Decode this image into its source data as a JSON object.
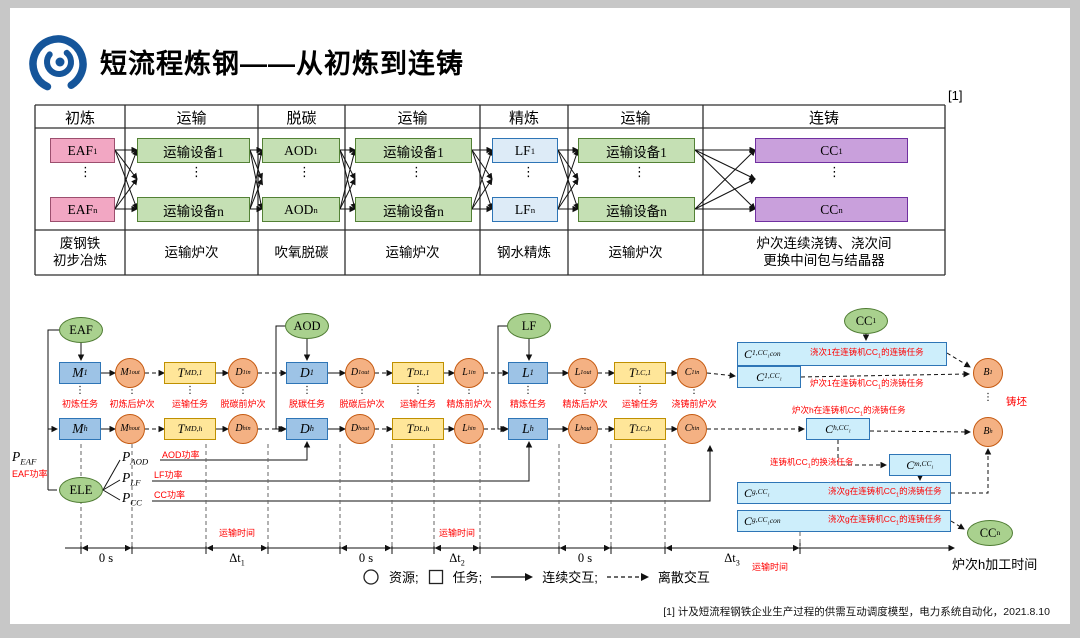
{
  "slide": {
    "title": "短流程炼钢——从初炼到连铸",
    "ref_marker": "[1]",
    "footnote": "[1] 计及短流程钢铁企业生产过程的供需互动调度模型，电力系统自动化，2021.8.10"
  },
  "colors": {
    "eaf_pink": "#F2A7C3",
    "transport_green": "#C5E0B4",
    "lf_blue": "#DDEBF7",
    "cc_purple": "#C9A0DC",
    "resource_green": "#A9D18E",
    "task_blue": "#9DC3E6",
    "transport_yellow": "#FFE699",
    "place_orange": "#F4B183",
    "cast_cyan": "#CDEEFB",
    "red_text": "#FF0000",
    "logo_blue": "#15559A"
  },
  "process_table": {
    "headers": [
      "初炼",
      "运输",
      "脱碳",
      "运输",
      "精炼",
      "运输",
      "连铸"
    ],
    "row_top": [
      "EAF_{1}",
      "运输设备1",
      "AOD_{1}",
      "运输设备1",
      "LF_{1}",
      "运输设备1",
      "CC_{1}"
    ],
    "row_bottom": [
      "EAF_{n}",
      "运输设备n",
      "AOD_{n}",
      "运输设备n",
      "LF_{n}",
      "运输设备n",
      "CC_{n}"
    ],
    "captions": [
      "废钢铁\n初步冶炼",
      "运输炉次",
      "吹氧脱碳",
      "运输炉次",
      "钢水精炼",
      "运输炉次",
      "炉次连续浇铸、浇次间\n更换中间包与结晶器"
    ],
    "dots": "⋮"
  },
  "diagram": {
    "dots_char": "⋮",
    "nodes": [
      {
        "id": "eaf",
        "type": "resource",
        "label": "EAF"
      },
      {
        "id": "aod",
        "type": "resource",
        "label": "AOD"
      },
      {
        "id": "lf",
        "type": "resource",
        "label": "LF"
      },
      {
        "id": "cc1",
        "type": "resource",
        "label": "CC_{1}"
      },
      {
        "id": "ccn",
        "type": "resource",
        "label": "CC_{n}"
      },
      {
        "id": "ele",
        "type": "resource",
        "label": "ELE"
      },
      {
        "id": "m1",
        "type": "process",
        "label": "M_{1}"
      },
      {
        "id": "mh",
        "type": "process",
        "label": "M_{h}"
      },
      {
        "id": "d1",
        "type": "process",
        "label": "D_{1}"
      },
      {
        "id": "dh",
        "type": "process",
        "label": "D_{h}"
      },
      {
        "id": "l1",
        "type": "process",
        "label": "L_{1}"
      },
      {
        "id": "lh",
        "type": "process",
        "label": "L_{h}"
      },
      {
        "id": "tmd1",
        "type": "transport",
        "label": "T_{MD,1}"
      },
      {
        "id": "tmdh",
        "type": "transport",
        "label": "T_{MD,h}"
      },
      {
        "id": "tdl1",
        "type": "transport",
        "label": "T_{DL,1}"
      },
      {
        "id": "tdlh",
        "type": "transport",
        "label": "T_{DL,h}"
      },
      {
        "id": "tlc1",
        "type": "transport",
        "label": "T_{LC,1}"
      },
      {
        "id": "tlch",
        "type": "transport",
        "label": "T_{LC,h}"
      },
      {
        "id": "m1o",
        "type": "place",
        "label": "M_{1}^{out}"
      },
      {
        "id": "mho",
        "type": "place",
        "label": "M_{h}^{out}"
      },
      {
        "id": "d1i",
        "type": "place",
        "label": "D_{1}^{in}"
      },
      {
        "id": "dhi",
        "type": "place",
        "label": "D_{h}^{in}"
      },
      {
        "id": "d1o",
        "type": "place",
        "label": "D_{1}^{out}"
      },
      {
        "id": "dho",
        "type": "place",
        "label": "D_{h}^{out}"
      },
      {
        "id": "l1i",
        "type": "place",
        "label": "L_{1}^{in}"
      },
      {
        "id": "lhi",
        "type": "place",
        "label": "L_{h}^{in}"
      },
      {
        "id": "l1o",
        "type": "place",
        "label": "L_{1}^{out}"
      },
      {
        "id": "lho",
        "type": "place",
        "label": "L_{h}^{out}"
      },
      {
        "id": "c1i",
        "type": "place",
        "label": "C_{1}^{in}"
      },
      {
        "id": "chi",
        "type": "place",
        "label": "C_{h}^{in}"
      },
      {
        "id": "b1",
        "type": "place",
        "label": "B_{1}"
      },
      {
        "id": "bh",
        "type": "place",
        "label": "B_{h}"
      },
      {
        "id": "c1cc1con",
        "type": "castwide",
        "label": "C_{1,CC_{1}}^{con}"
      },
      {
        "id": "c1cc1",
        "type": "cast",
        "label": "C_{1,CC_{1}}"
      },
      {
        "id": "chcc1",
        "type": "cast",
        "label": "C_{h,CC_{1}}"
      },
      {
        "id": "cmcc1",
        "type": "cast",
        "label": "C_{m,CC_{1}}"
      },
      {
        "id": "cgcc1",
        "type": "castwide",
        "label": "C_{g,CC_{1}}"
      },
      {
        "id": "cgcc1con",
        "type": "castwide",
        "label": "C_{g,CC_{1}}^{con}"
      }
    ],
    "labels": [
      {
        "id": "lb-m",
        "text": "初炼任务"
      },
      {
        "id": "lb-mo",
        "text": "初炼后炉次"
      },
      {
        "id": "lb-tmd",
        "text": "运输任务"
      },
      {
        "id": "lb-di",
        "text": "脱碳前炉次"
      },
      {
        "id": "lb-d",
        "text": "脱碳任务"
      },
      {
        "id": "lb-do",
        "text": "脱碳后炉次"
      },
      {
        "id": "lb-tdl",
        "text": "运输任务"
      },
      {
        "id": "lb-li",
        "text": "精炼前炉次"
      },
      {
        "id": "lb-l",
        "text": "精炼任务"
      },
      {
        "id": "lb-lo",
        "text": "精炼后炉次"
      },
      {
        "id": "lb-tlc",
        "text": "运输任务"
      },
      {
        "id": "lb-ci",
        "text": "浇铸前炉次"
      },
      {
        "id": "lb-castcon1",
        "text": "浇次1在连铸机CC_{1}的连铸任务"
      },
      {
        "id": "lb-pour1",
        "text": "炉次1在连铸机CC_{1}的浇铸任务"
      },
      {
        "id": "lb-pourh",
        "text": "炉次h在连铸机CC_{1}的浇铸任务"
      },
      {
        "id": "lb-switch",
        "text": "连铸机CC_{1}的换浇任务"
      },
      {
        "id": "lb-pourg",
        "text": "浇次g在连铸机CC_{1}的浇铸任务"
      },
      {
        "id": "lb-cong",
        "text": "浇次g在连铸机CC_{1}的连铸任务"
      },
      {
        "id": "lb-billet",
        "text": "铸坯"
      },
      {
        "id": "p-eaf",
        "text": "P_{EAF}"
      },
      {
        "id": "p-aod",
        "text": "P_{AOD}"
      },
      {
        "id": "p-lf",
        "text": "P_{LF}"
      },
      {
        "id": "p-cc",
        "text": "P_{CC}"
      },
      {
        "id": "pw-eaf",
        "text": "EAF功率"
      },
      {
        "id": "pw-aod",
        "text": "AOD功率"
      },
      {
        "id": "pw-lf",
        "text": "LF功率"
      },
      {
        "id": "pw-cc",
        "text": "CC功率"
      },
      {
        "id": "ts-1",
        "text": "0 s"
      },
      {
        "id": "ts-2",
        "text": "Δt_{1}"
      },
      {
        "id": "ts-3",
        "text": "0 s"
      },
      {
        "id": "ts-4",
        "text": "Δt_{2}"
      },
      {
        "id": "ts-5",
        "text": "0 s"
      },
      {
        "id": "ts-6",
        "text": "Δt_{3}"
      },
      {
        "id": "tt-1",
        "text": "运输时间"
      },
      {
        "id": "tt-2",
        "text": "运输时间"
      },
      {
        "id": "tt-3",
        "text": "运输时间"
      },
      {
        "id": "ax",
        "text": "炉次h加工时间"
      }
    ],
    "legend": {
      "resource": "资源;",
      "task": "任务;",
      "continuous": "连续交互;",
      "discrete": "离散交互"
    }
  }
}
